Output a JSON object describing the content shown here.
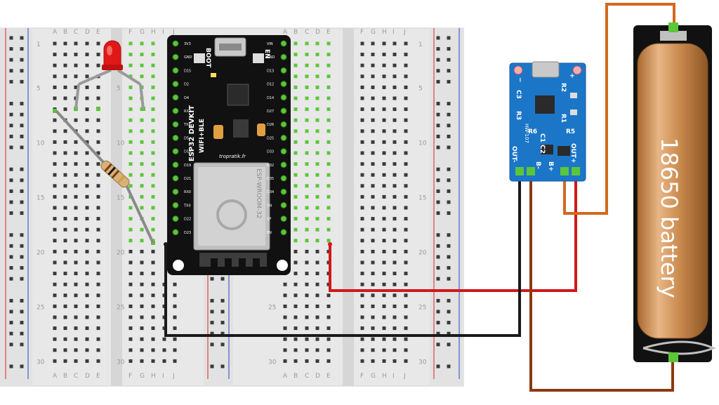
{
  "breadboard": {
    "col_letters_left": [
      "A",
      "B",
      "C",
      "D",
      "E"
    ],
    "col_letters_right": [
      "F",
      "G",
      "H",
      "I",
      "J"
    ],
    "row_numbers": [
      "1",
      "5",
      "10",
      "15",
      "20",
      "25",
      "30"
    ]
  },
  "esp32": {
    "name": "ESP32 DEVKIT",
    "subtitle": "WIFI+BLE",
    "module": "ESP-WROOM-32",
    "brand": "tropratik.fr",
    "button_boot": "BOOT",
    "button_en": "EN",
    "pins_left": [
      "3V3",
      "GND",
      "D15",
      "D2",
      "D4",
      "RX2",
      "TX2",
      "D5",
      "D18",
      "D19",
      "D21",
      "RX0",
      "TX0",
      "D22",
      "D23"
    ],
    "pins_right": [
      "VIN",
      "GND",
      "D13",
      "D12",
      "D14",
      "D27",
      "D26",
      "D25",
      "D33",
      "D32",
      "D35",
      "D34",
      "VN",
      "VP",
      "EN"
    ]
  },
  "charger": {
    "model": "HW-107",
    "labels": {
      "plus": "+",
      "minus": "−",
      "c3": "C3",
      "r2": "R2",
      "r3": "R3",
      "r1": "R1",
      "r6": "R6",
      "c1": "C1",
      "c2": "C2",
      "r5": "R5",
      "out_minus": "OUT-",
      "b_minus": "B-",
      "b_plus": "B+",
      "out_plus": "OUT+"
    }
  },
  "battery": {
    "label": "18650 battery"
  },
  "colors": {
    "wire_red": "#d0181b",
    "wire_black": "#1a1a1a",
    "wire_orange": "#d2691e",
    "wire_brown": "#8b3a10",
    "wire_grey": "#8a8a8a",
    "breadboard": "#e6e6e6",
    "rail_red": "#d22",
    "rail_blue": "#2246c8",
    "hole_green": "#5cc63a",
    "pcb_blue": "#1c76c8",
    "battery_body": "#c98a4e"
  }
}
